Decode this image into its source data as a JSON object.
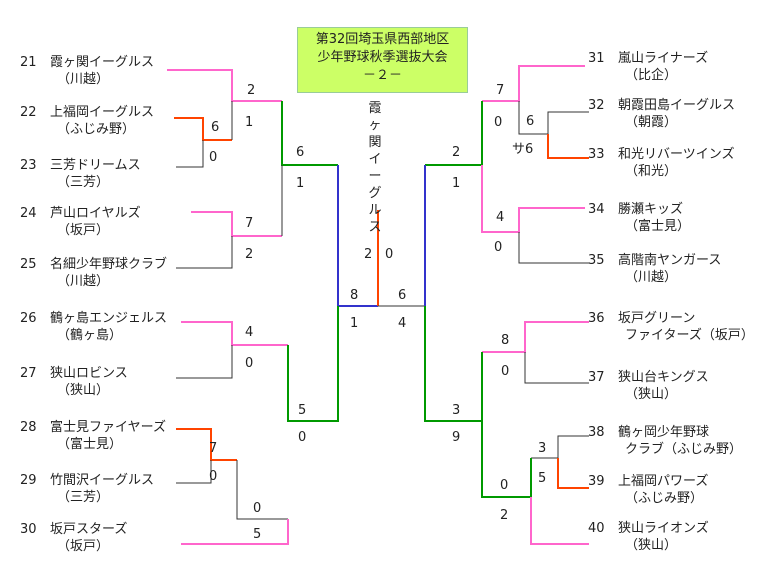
{
  "title": {
    "line1": "第32回埼玉県西部地区",
    "line2": "少年野球秋季選抜大会",
    "line3": "－２－"
  },
  "champion": "霞ヶ関イーグルス",
  "colors": {
    "first_round": "#ff66cc",
    "extra": "#ff4400",
    "second_round": "#009900",
    "semifinal": "#3333cc",
    "final": "#ff4400"
  },
  "teams": [
    {
      "num": "21",
      "name": "霞ヶ関イーグルス",
      "area": "（川越）"
    },
    {
      "num": "22",
      "name": "上福岡イーグルス",
      "area": "（ふじみ野）"
    },
    {
      "num": "23",
      "name": "三芳ドリームス",
      "area": "（三芳）"
    },
    {
      "num": "24",
      "name": "芦山ロイヤルズ",
      "area": "（坂戸）"
    },
    {
      "num": "25",
      "name": "名細少年野球クラブ",
      "area": "（川越）"
    },
    {
      "num": "26",
      "name": "鶴ヶ島エンジェルス",
      "area": "（鶴ヶ島）"
    },
    {
      "num": "27",
      "name": "狭山ロビンス",
      "area": "（狭山）"
    },
    {
      "num": "28",
      "name": "富士見ファイヤーズ",
      "area": "（富士見）"
    },
    {
      "num": "29",
      "name": "竹間沢イーグルス",
      "area": "（三芳）"
    },
    {
      "num": "30",
      "name": "坂戸スターズ",
      "area": "（坂戸）"
    },
    {
      "num": "31",
      "name": "嵐山ライナーズ",
      "area": "（比企）"
    },
    {
      "num": "32",
      "name": "朝霞田島イーグルス",
      "area": "（朝霞）"
    },
    {
      "num": "33",
      "name": "和光リバーツインズ",
      "area": "（和光）"
    },
    {
      "num": "34",
      "name": "勝瀬キッズ",
      "area": "（富士見）"
    },
    {
      "num": "35",
      "name": "高階南ヤンガース",
      "area": "（川越）"
    },
    {
      "num": "36",
      "name": "坂戸グリーン",
      "area": "ファイターズ（坂戸）"
    },
    {
      "num": "37",
      "name": "狭山台キングス",
      "area": "（狭山）"
    },
    {
      "num": "38",
      "name": "鶴ヶ岡少年野球",
      "area": "クラブ（ふじみ野）"
    },
    {
      "num": "39",
      "name": "上福岡パワーズ",
      "area": "（ふじみ野）"
    },
    {
      "num": "40",
      "name": "狭山ライオンズ",
      "area": "（狭山）"
    }
  ],
  "scores": {
    "s1": "2",
    "s2": "1",
    "s3": "6",
    "s4": "0",
    "s5": "6",
    "s6": "1",
    "s7": "7",
    "s8": "2",
    "s9": "8",
    "s10": "1",
    "s11": "4",
    "s12": "0",
    "s13": "5",
    "s14": "0",
    "s15": "7",
    "s16": "0",
    "s17": "0",
    "s18": "5",
    "s19": "2",
    "s20": "0",
    "s21": "7",
    "s22": "0",
    "s23": "6",
    "s24": "サ6",
    "s25": "2",
    "s26": "1",
    "s27": "4",
    "s28": "0",
    "s29": "6",
    "s30": "4",
    "s31": "8",
    "s32": "0",
    "s33": "3",
    "s34": "9",
    "s35": "3",
    "s36": "5",
    "s37": "0",
    "s38": "2"
  }
}
